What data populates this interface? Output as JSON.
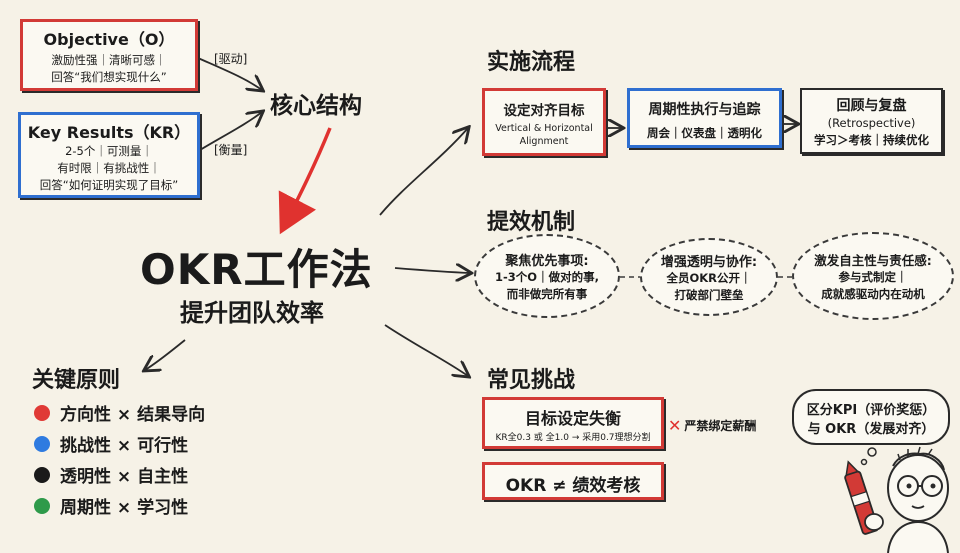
{
  "objective": {
    "title": "Objective（O）",
    "line1": "激励性强｜清晰可感｜",
    "line2": "回答“我们想实现什么”"
  },
  "key_results": {
    "title": "Key Results（KR）",
    "line1": "2-5个｜可测量｜",
    "line2": "有时限｜有挑战性｜",
    "line3": "回答“如何证明实现了目标”"
  },
  "tag_drive": "[驱动]",
  "tag_measure": "[衡量]",
  "core_structure": "核心结构",
  "center": {
    "title": "OKR工作法",
    "subtitle": "提升团队效率"
  },
  "implementation": {
    "heading": "实施流程",
    "step1": {
      "title": "设定对齐目标",
      "sub1": "Vertical & Horizontal",
      "sub2": "Alignment"
    },
    "step2": {
      "title": "周期性执行与追踪",
      "sub": "周会｜仪表盘｜透明化"
    },
    "step3": {
      "title": "回顾与复盘",
      "sub1": "(Retrospective)",
      "sub2": "学习＞考核｜持续优化"
    }
  },
  "mechanism": {
    "heading": "提效机制",
    "m1": {
      "title": "聚焦优先事项:",
      "l1": "1-3个O｜做对的事,",
      "l2": "而非做完所有事"
    },
    "m2": {
      "title": "增强透明与协作:",
      "l1": "全员OKR公开｜",
      "l2": "打破部门壁垒"
    },
    "m3": {
      "title": "激发自主性与责任感:",
      "l1": "参与式制定｜",
      "l2": "成就感驱动内在动机"
    }
  },
  "principles": {
    "heading": "关键原则",
    "items": [
      {
        "label": "方向性 × 结果导向",
        "color": "#e03a36"
      },
      {
        "label": "挑战性 × 可行性",
        "color": "#2f7be0"
      },
      {
        "label": "透明性 × 自主性",
        "color": "#1a1a1a"
      },
      {
        "label": "周期性 × 学习性",
        "color": "#2e9a4a"
      }
    ]
  },
  "challenges": {
    "heading": "常见挑战",
    "c1": {
      "title": "目标设定失衡",
      "sub": "KR全0.3 或 全1.0 → 采用0.7理想分割"
    },
    "warning": "严禁绑定薪酬",
    "c2": "OKR ≠ 绩效考核",
    "bubble": {
      "l1": "区分KPI（评价奖惩）",
      "l2": "与 OKR（发展对齐）"
    }
  }
}
